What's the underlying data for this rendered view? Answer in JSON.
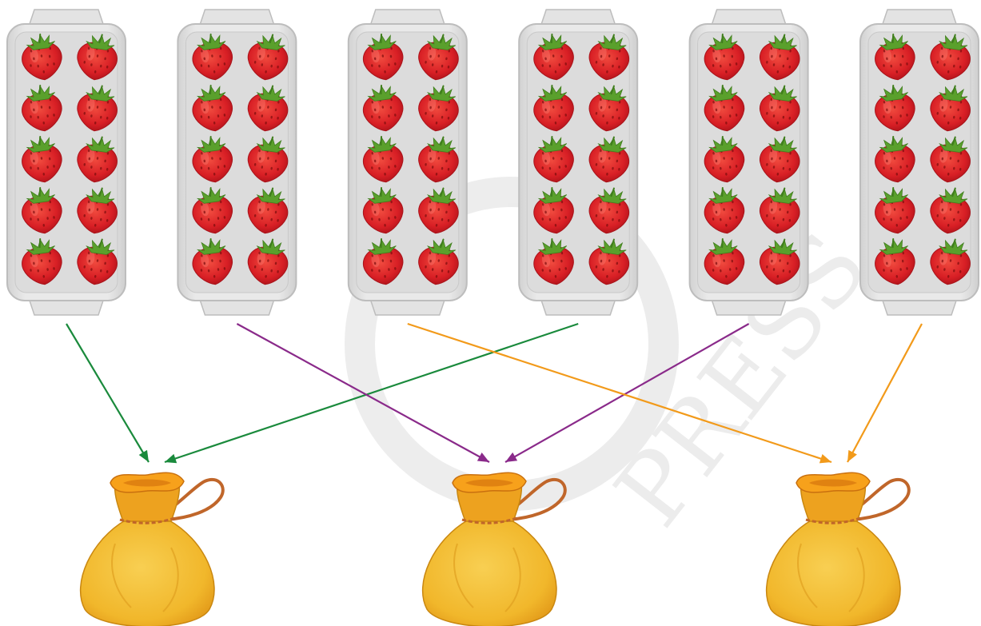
{
  "trays": [
    {
      "id": "tray-1",
      "rows": 5,
      "cols": 2
    },
    {
      "id": "tray-2",
      "rows": 5,
      "cols": 2
    },
    {
      "id": "tray-3",
      "rows": 5,
      "cols": 2
    },
    {
      "id": "tray-4",
      "rows": 5,
      "cols": 2
    },
    {
      "id": "tray-5",
      "rows": 5,
      "cols": 2
    },
    {
      "id": "tray-6",
      "rows": 5,
      "cols": 2
    }
  ],
  "bags": [
    {
      "id": "bag-1"
    },
    {
      "id": "bag-2"
    },
    {
      "id": "bag-3"
    }
  ],
  "arrows": [
    {
      "from_tray": 1,
      "to_bag": 1,
      "color": "#1a8a3c"
    },
    {
      "from_tray": 4,
      "to_bag": 1,
      "color": "#1a8a3c"
    },
    {
      "from_tray": 2,
      "to_bag": 2,
      "color": "#8a2a8a"
    },
    {
      "from_tray": 5,
      "to_bag": 2,
      "color": "#8a2a8a"
    },
    {
      "from_tray": 3,
      "to_bag": 3,
      "color": "#f29a1a"
    },
    {
      "from_tray": 6,
      "to_bag": 3,
      "color": "#f29a1a"
    }
  ],
  "watermark": "PRESS",
  "colors": {
    "tray_body": "#e3e3e3",
    "tray_rim": "#bdbdbd",
    "strawberry": "#e0262b",
    "leaf": "#5aa02c",
    "bag_body": "#f3bc2e",
    "bag_neck": "#eda21f",
    "bag_string": "#c0662a"
  }
}
